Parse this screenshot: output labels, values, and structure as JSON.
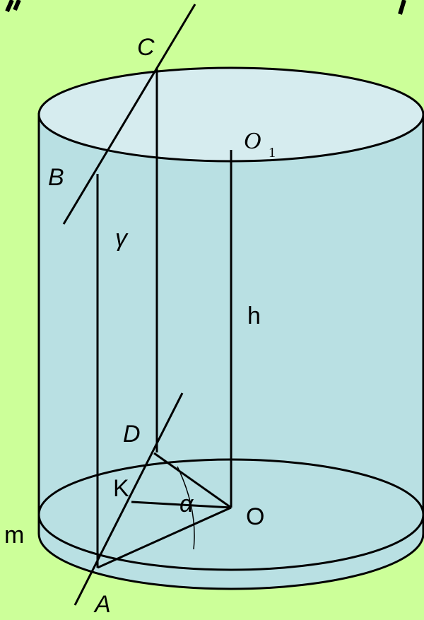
{
  "labels": {
    "C": "C",
    "B": "B",
    "O1_main": "O",
    "O1_sub": "1",
    "gamma": "γ",
    "h": "h",
    "D": "D",
    "K": "K",
    "alpha": "α",
    "O": "O",
    "m": "m",
    "A": "A"
  },
  "colors": {
    "background": "#ccff99",
    "cylinder_body": "#b9e0e3",
    "top_face": "#d6ecef",
    "bottom_face": "#b9e0e3",
    "stroke": "#000000"
  }
}
